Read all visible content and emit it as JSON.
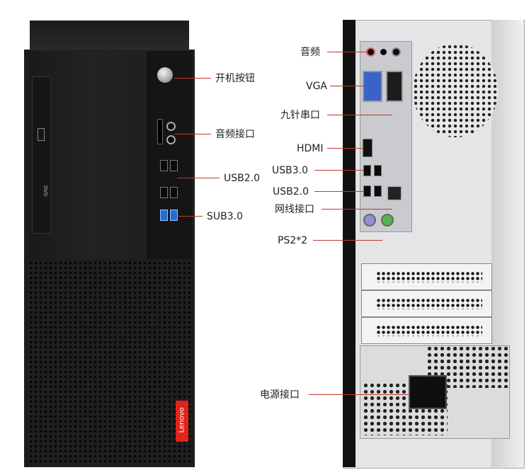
{
  "brand_logo": "Lenovo",
  "front_callouts": {
    "power_button": "开机按钮",
    "audio_port": "音频接口",
    "usb2": "USB2.0",
    "usb3": "SUB3.0"
  },
  "rear_callouts": {
    "audio": "音频",
    "vga": "VGA",
    "serial_port": "九针串口",
    "hdmi": "HDMI",
    "usb3": "USB3.0",
    "usb2": "USB2.0",
    "ethernet": "网线接口",
    "ps2": "PS2*2",
    "power": "电源接口"
  },
  "colors": {
    "callout_line": "#c0392b",
    "brand_red": "#e2231a",
    "usb3_blue": "#1e6fd9"
  }
}
